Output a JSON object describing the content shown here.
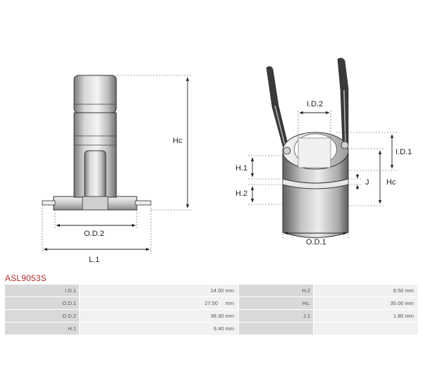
{
  "part_number": "ASL9053S",
  "left_view": {
    "labels": {
      "hc": "Hc",
      "od2": "O.D.2",
      "l1": "L.1"
    }
  },
  "right_view": {
    "labels": {
      "id2": "I.D.2",
      "id1": "I.D.1",
      "h1": "H.1",
      "h2": "H.2",
      "j": "J",
      "hc": "Hc",
      "od1": "O.D.1"
    }
  },
  "specs": {
    "rows": [
      {
        "label1": "I.D.1",
        "value1": "14.00 mm",
        "label2": "H.2",
        "value2": "8.50 mm"
      },
      {
        "label1": "O.D.1",
        "value1": "27.50     mm",
        "label2": "Hc.",
        "value2": "35.00 mm"
      },
      {
        "label1": "O.D.2",
        "value1": "38.30 mm",
        "label2": "J.1",
        "value2": "1.80 mm"
      },
      {
        "label1": "H.1",
        "value1": "9.40 mm",
        "label2": "",
        "value2": ""
      }
    ]
  },
  "colors": {
    "part_code": "#b02a2a",
    "label_cell": "#d9d9d9",
    "value_cell": "#f1f1f1"
  }
}
